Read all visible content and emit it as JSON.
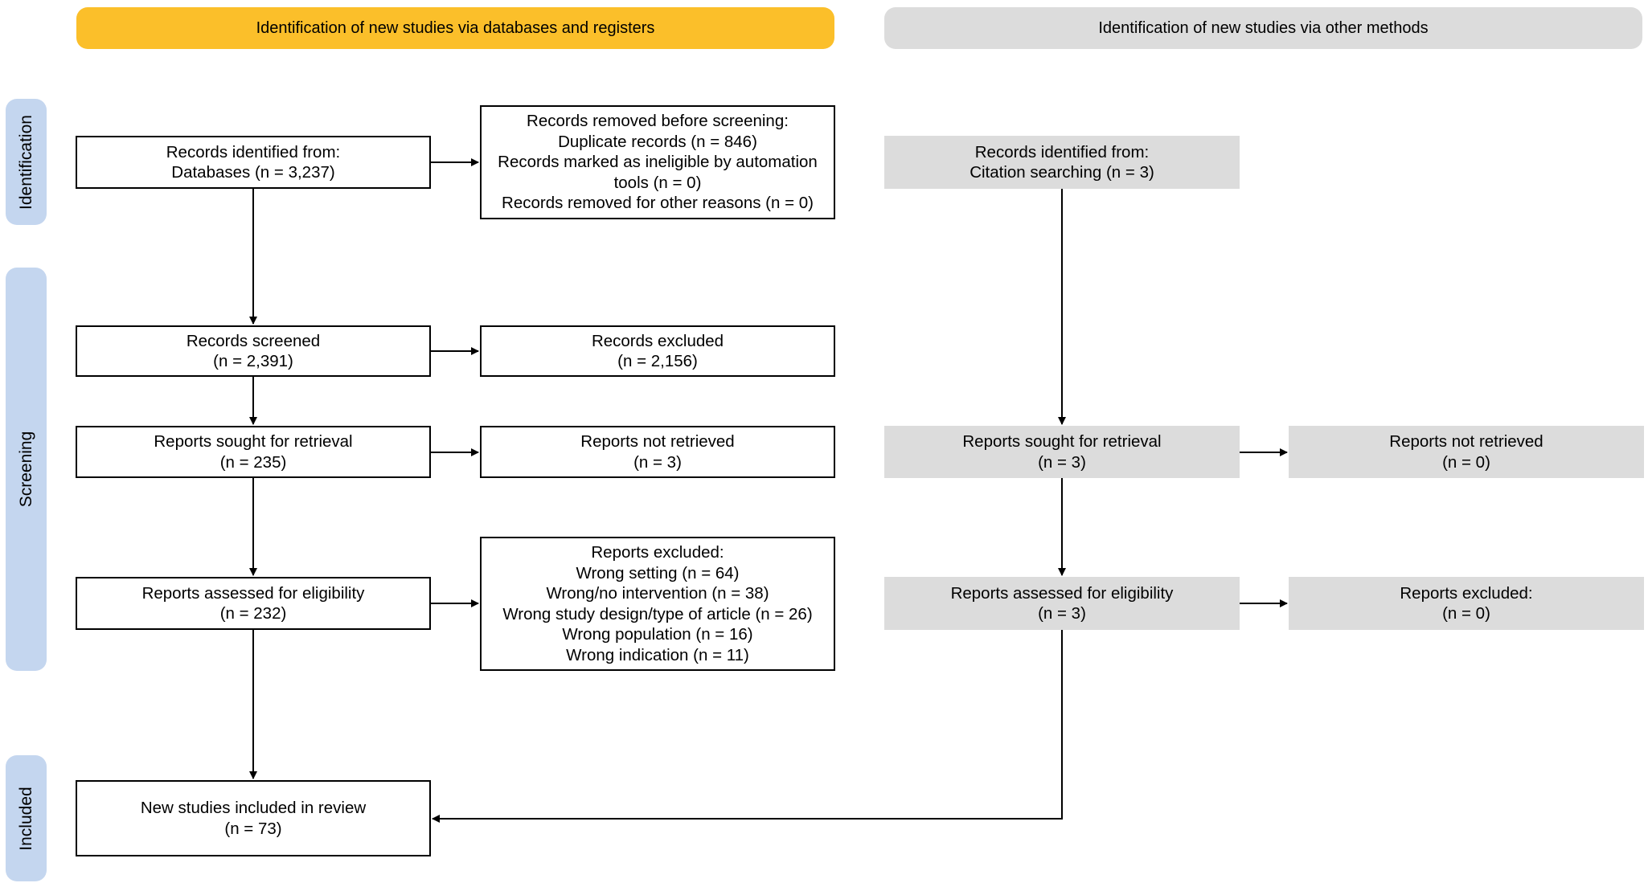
{
  "colors": {
    "databases_header": "#fbbf2a",
    "other_header": "#dcdcdc",
    "phase_label": "#c4d6ef",
    "grey_box": "#dcdcdc"
  },
  "headers": {
    "databases": "Identification of new studies via databases and registers",
    "other": "Identification of new studies via other methods"
  },
  "phases": {
    "identification": "Identification",
    "screening": "Screening",
    "included": "Included"
  },
  "databases": {
    "identified": {
      "line1": "Records identified from:",
      "line2": "Databases (n = 3,237)"
    },
    "removed": {
      "title": "Records removed before screening:",
      "duplicates": "Duplicate records (n = 846)",
      "automation_line1": "Records marked as ineligible by automation",
      "automation_line2": "tools (n = 0)",
      "other": "Records removed for other reasons (n = 0)"
    },
    "screened": {
      "line1": "Records screened",
      "line2": "(n = 2,391)"
    },
    "excluded": {
      "line1": "Records excluded",
      "line2": "(n = 2,156)"
    },
    "sought": {
      "line1": "Reports sought for retrieval",
      "line2": "(n = 235)"
    },
    "not_retrieved": {
      "line1": "Reports not retrieved",
      "line2": "(n = 3)"
    },
    "assessed": {
      "line1": "Reports assessed for eligibility",
      "line2": "(n = 232)"
    },
    "reports_excluded": {
      "title": "Reports excluded:",
      "reasons": [
        "Wrong setting (n = 64)",
        "Wrong/no intervention (n = 38)",
        "Wrong study design/type of article (n = 26)",
        "Wrong population (n = 16)",
        "Wrong indication (n = 11)"
      ]
    },
    "included": {
      "line1": "New studies included in review",
      "line2": "(n = 73)"
    }
  },
  "other": {
    "identified": {
      "line1": "Records identified from:",
      "line2": "Citation searching (n = 3)"
    },
    "sought": {
      "line1": "Reports sought for retrieval",
      "line2": "(n = 3)"
    },
    "not_retrieved": {
      "line1": "Reports not retrieved",
      "line2": "(n = 0)"
    },
    "assessed": {
      "line1": "Reports assessed for eligibility",
      "line2": "(n = 3)"
    },
    "excluded": {
      "line1": "Reports excluded:",
      "line2": "(n = 0)"
    }
  }
}
